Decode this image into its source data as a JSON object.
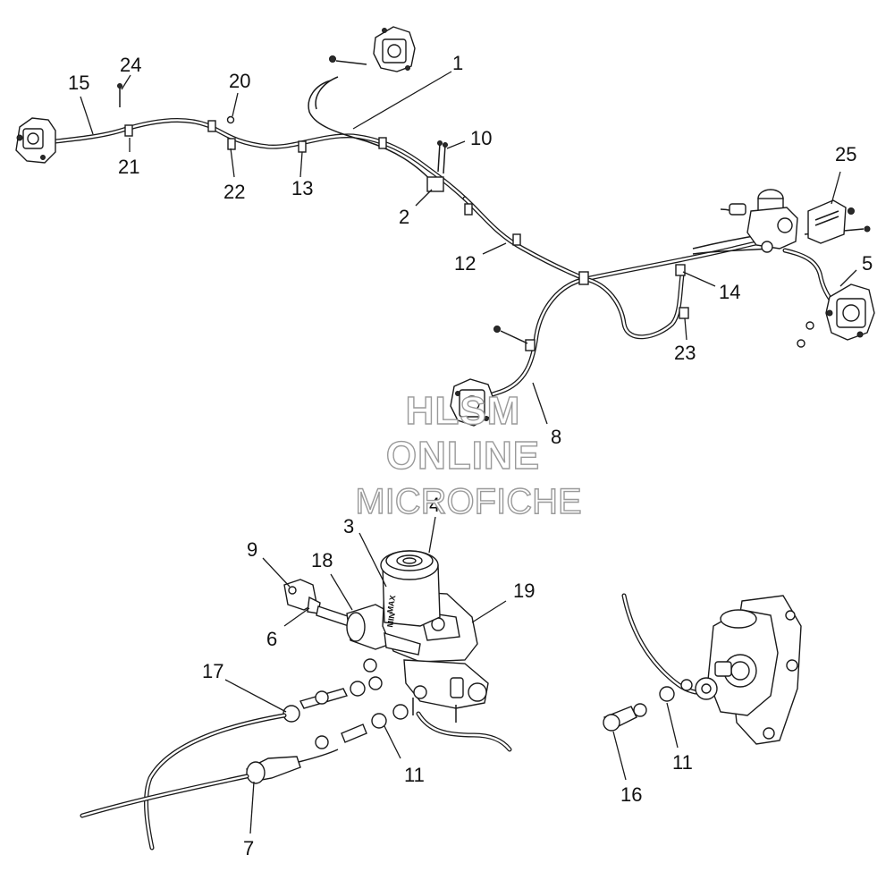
{
  "watermark": {
    "line1": "HLSM",
    "line2": "ONLINE",
    "line3": "MICROFICHE"
  },
  "callouts": [
    {
      "id": "c1",
      "label": "1"
    },
    {
      "id": "c2",
      "label": "2"
    },
    {
      "id": "c3",
      "label": "3"
    },
    {
      "id": "c4",
      "label": "4"
    },
    {
      "id": "c5",
      "label": "5"
    },
    {
      "id": "c6",
      "label": "6"
    },
    {
      "id": "c7",
      "label": "7"
    },
    {
      "id": "c8",
      "label": "8"
    },
    {
      "id": "c9",
      "label": "9"
    },
    {
      "id": "c10",
      "label": "10"
    },
    {
      "id": "c11a",
      "label": "11"
    },
    {
      "id": "c11b",
      "label": "11"
    },
    {
      "id": "c12",
      "label": "12"
    },
    {
      "id": "c13",
      "label": "13"
    },
    {
      "id": "c14",
      "label": "14"
    },
    {
      "id": "c15",
      "label": "15"
    },
    {
      "id": "c16",
      "label": "16"
    },
    {
      "id": "c17",
      "label": "17"
    },
    {
      "id": "c18",
      "label": "18"
    },
    {
      "id": "c19",
      "label": "19"
    },
    {
      "id": "c20",
      "label": "20"
    },
    {
      "id": "c21",
      "label": "21"
    },
    {
      "id": "c22",
      "label": "22"
    },
    {
      "id": "c23",
      "label": "23"
    },
    {
      "id": "c24",
      "label": "24"
    },
    {
      "id": "c25",
      "label": "25"
    }
  ],
  "reservoir_text": {
    "max": "MAX",
    "min": "MIN"
  }
}
